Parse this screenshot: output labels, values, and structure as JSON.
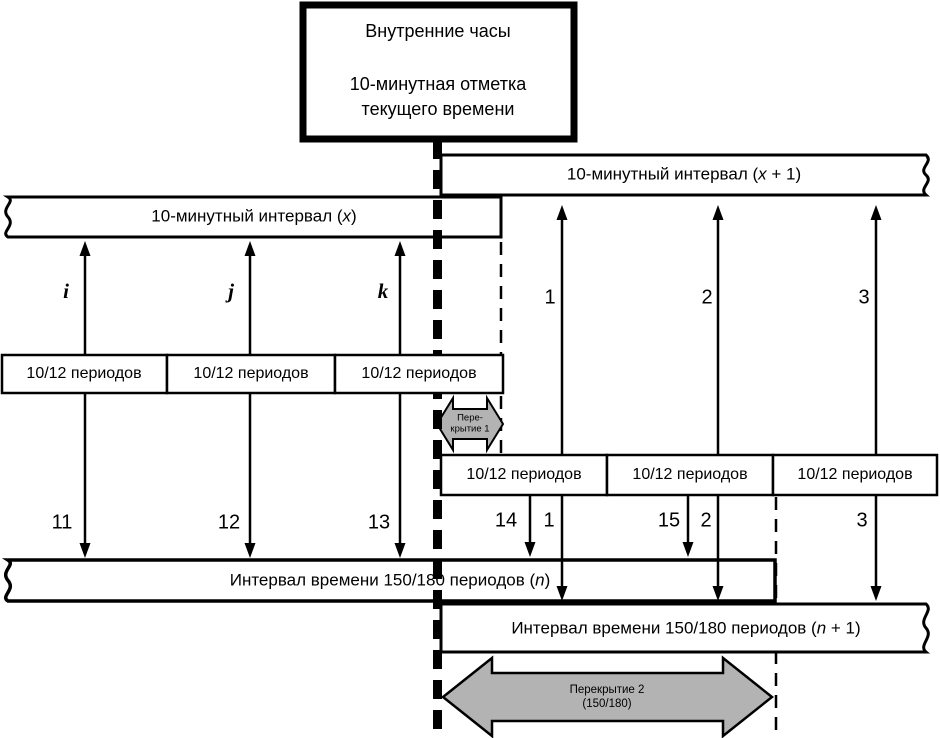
{
  "diagram": {
    "clock_box": {
      "title": "Внутренние часы",
      "subtitle1": "10-минутная отметка",
      "subtitle2": "текущего времени"
    },
    "bars": {
      "interval_x1": {
        "prefix": "10-минутный интервал (",
        "variable": "x",
        "suffix": " + 1)"
      },
      "interval_x": {
        "prefix": "10-минутный интервал (",
        "variable": "x",
        "suffix": ")"
      },
      "interval_n": {
        "prefix": "Интервал времени 150/180 периодов (",
        "variable": "n",
        "suffix": ")"
      },
      "interval_n1": {
        "prefix": "Интервал времени 150/180 периодов (",
        "variable": "n",
        "suffix": " + 1)"
      }
    },
    "period_box_label": "10/12 периодов",
    "arrow_labels": {
      "up_left": [
        "i",
        "j",
        "k"
      ],
      "up_right": [
        "1",
        "2",
        "3"
      ],
      "down_left": [
        "11",
        "12",
        "13"
      ],
      "down_right_inner": [
        "14",
        "15"
      ],
      "down_right_outer": [
        "1",
        "2",
        "3"
      ]
    },
    "overlap1": {
      "line1": "Пере-",
      "line2": "крытие 1"
    },
    "overlap2": {
      "line1": "Перекрытие 2",
      "line2": "(150/180)"
    },
    "colors": {
      "overlap_fill": "#b3b3b3",
      "line": "#000000",
      "background": "#ffffff"
    }
  }
}
